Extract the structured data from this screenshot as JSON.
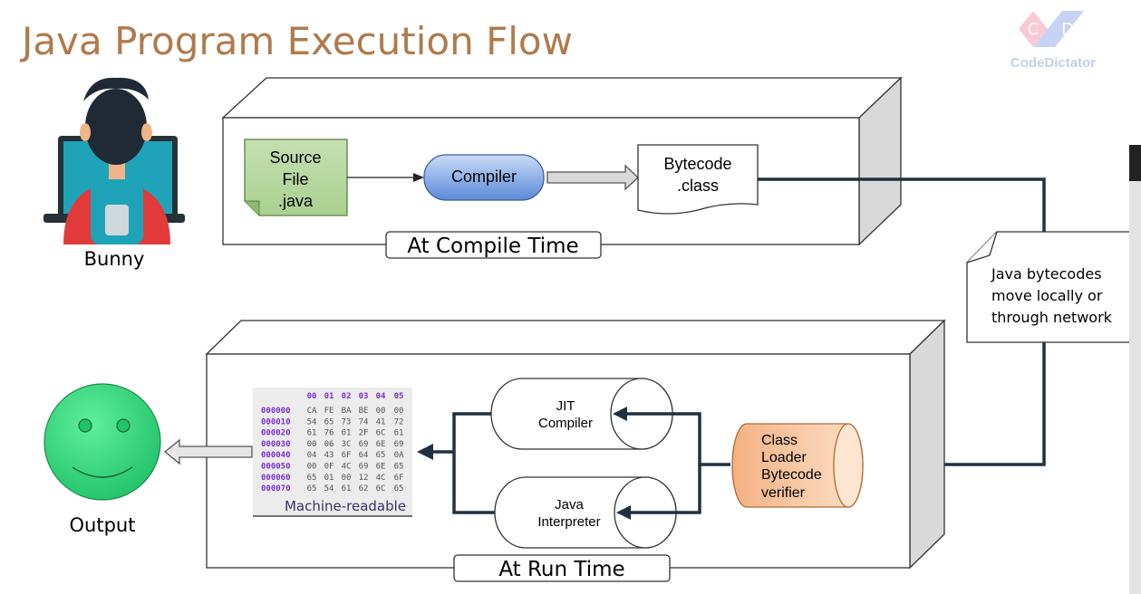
{
  "title": "Java Program Execution Flow",
  "logo": {
    "badge_left": "C",
    "badge_right": "D",
    "wordmark": "CodeDictator"
  },
  "user_label": "Bunny",
  "compile_box": {
    "label": "At Compile Time",
    "source": {
      "line1": "Source",
      "line2": "File",
      "line3": ".java"
    },
    "compiler": "Compiler",
    "bytecode": {
      "line1": "Bytecode",
      "line2": ".class"
    }
  },
  "note": {
    "line1": "Java bytecodes",
    "line2": "move locally or",
    "line3": "through network"
  },
  "runtime_box": {
    "label": "At Run Time",
    "class_loader": {
      "line1": "Class",
      "line2": "Loader",
      "line3": "Bytecode",
      "line4": "verifier"
    },
    "jit": {
      "line1": "JIT",
      "line2": "Compiler"
    },
    "interpreter": {
      "line1": "Java",
      "line2": "Interpreter"
    },
    "hex": {
      "header": [
        "00",
        "01",
        "02",
        "03",
        "04",
        "05"
      ],
      "rows": [
        {
          "addr": "000000",
          "bytes": [
            "CA",
            "FE",
            "BA",
            "BE",
            "00",
            "00"
          ]
        },
        {
          "addr": "000010",
          "bytes": [
            "54",
            "65",
            "73",
            "74",
            "41",
            "72"
          ]
        },
        {
          "addr": "000020",
          "bytes": [
            "61",
            "76",
            "61",
            "2F",
            "6C",
            "61"
          ]
        },
        {
          "addr": "000030",
          "bytes": [
            "00",
            "06",
            "3C",
            "69",
            "6E",
            "69"
          ]
        },
        {
          "addr": "000040",
          "bytes": [
            "04",
            "43",
            "6F",
            "64",
            "65",
            "0A"
          ]
        },
        {
          "addr": "000050",
          "bytes": [
            "00",
            "0F",
            "4C",
            "69",
            "6E",
            "65"
          ]
        },
        {
          "addr": "000060",
          "bytes": [
            "65",
            "01",
            "00",
            "12",
            "4C",
            "6F"
          ]
        },
        {
          "addr": "000070",
          "bytes": [
            "65",
            "54",
            "61",
            "62",
            "6C",
            "65"
          ]
        }
      ],
      "caption": "Machine-readable"
    }
  },
  "output_label": "Output",
  "colors": {
    "title": "#b07a4c",
    "source_fill": "#a9d18e",
    "compiler_fill": "#7fa6e8",
    "loader_fill": "#f4b183",
    "smiley_fill": "#3ddc84",
    "connector": "#203040"
  }
}
